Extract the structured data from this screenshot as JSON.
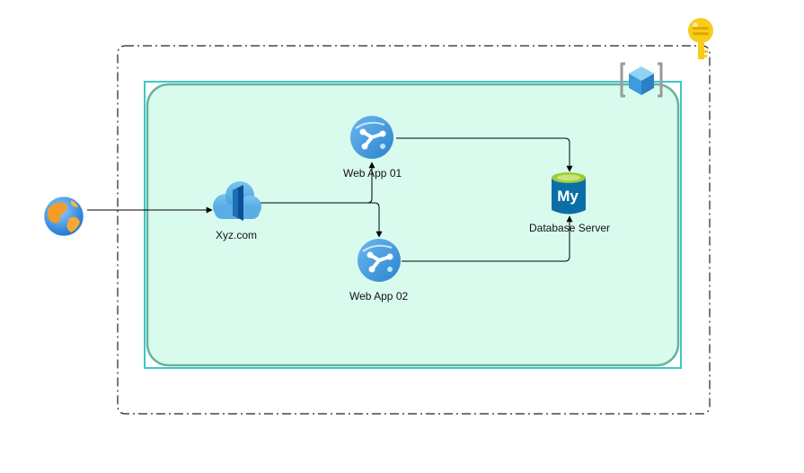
{
  "nodes": {
    "internet": {
      "icon": "globe-icon"
    },
    "front_door": {
      "label": "Xyz.com",
      "icon": "front-door-cloud-icon"
    },
    "web_app_01": {
      "label": "Web App 01",
      "icon": "app-service-icon"
    },
    "web_app_02": {
      "label": "Web App 02",
      "icon": "app-service-icon"
    },
    "database": {
      "label": "Database Server",
      "icon": "mysql-database-icon",
      "icon_text": "My"
    }
  },
  "groups": {
    "outer_boundary": {
      "icon": "key-icon",
      "style": "dash-dot"
    },
    "resource_group": {
      "icon": "resource-group-cube-icon"
    },
    "inner_zone": {
      "fill": "#d9fbee",
      "border": "#67b29b"
    }
  },
  "colors": {
    "frame": "#3ec6c6",
    "azure_blue": "#3e9be0",
    "azure_dark": "#1f6fb4",
    "key_yellow": "#f7cc1a",
    "mysql_teal": "#0b6fa6",
    "mysql_top": "#9ccc3a"
  }
}
